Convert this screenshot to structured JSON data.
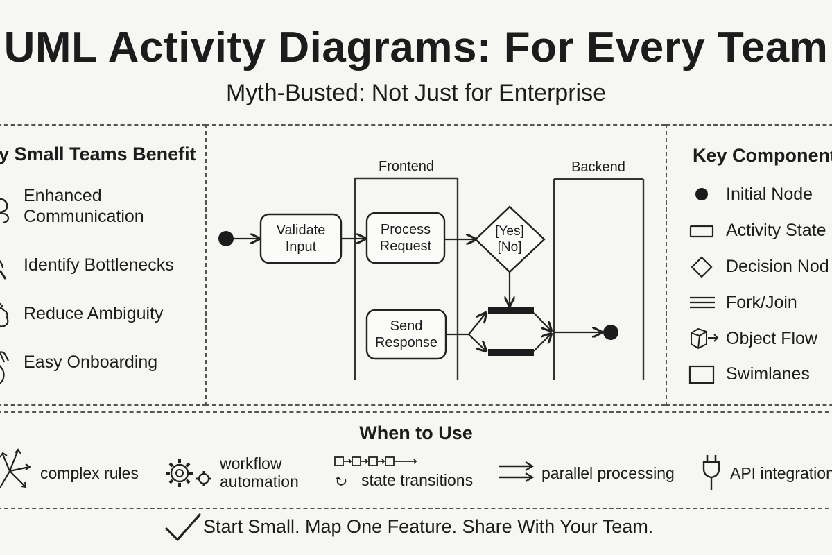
{
  "header": {
    "title": "UML Activity Diagrams: For Every Team",
    "subtitle": "Myth-Busted: Not Just for Enterprise"
  },
  "benefits": {
    "heading": "y Small Teams Benefit",
    "items": [
      {
        "line1": "Enhanced",
        "line2": "Communication",
        "icon": "speech-bubbles-icon"
      },
      {
        "line1": "Identify Bottlenecks",
        "icon": "magnifier-icon"
      },
      {
        "line1": "Reduce Ambiguity",
        "icon": "puzzle-icon"
      },
      {
        "line1": "Easy Onboarding",
        "icon": "hand-icon"
      }
    ]
  },
  "diagram": {
    "lanes": [
      "Frontend",
      "Backend"
    ],
    "nodes": {
      "validate": {
        "line1": "Validate",
        "line2": "Input"
      },
      "process": {
        "line1": "Process",
        "line2": "Request"
      },
      "send": {
        "line1": "Send",
        "line2": "Response"
      },
      "decision": {
        "line1": "[Yes]",
        "line2": "[No]"
      }
    }
  },
  "components": {
    "heading": "Key Component",
    "items": [
      {
        "label": "Initial Node",
        "icon": "initial-node-icon"
      },
      {
        "label": "Activity State",
        "icon": "activity-state-icon"
      },
      {
        "label": "Decision Nod",
        "icon": "decision-node-icon"
      },
      {
        "label": "Fork/Join",
        "icon": "fork-join-icon"
      },
      {
        "label": "Object Flow",
        "icon": "object-flow-icon"
      },
      {
        "label": "Swimlanes",
        "icon": "swimlanes-icon"
      }
    ]
  },
  "usage": {
    "heading": "When to Use",
    "items": [
      {
        "line1": "complex rules",
        "icon": "branching-arrows-icon"
      },
      {
        "line1": "workflow",
        "line2": "automation",
        "icon": "gears-icon"
      },
      {
        "line1": "state transitions",
        "icon": "state-chain-icon"
      },
      {
        "line1": "parallel processing",
        "icon": "parallel-arrows-icon"
      },
      {
        "line1": "API integration",
        "icon": "plug-icon"
      }
    ]
  },
  "footer": {
    "text": "Start Small. Map One Feature. Share With Your Team.",
    "icon": "checkmark-icon"
  }
}
